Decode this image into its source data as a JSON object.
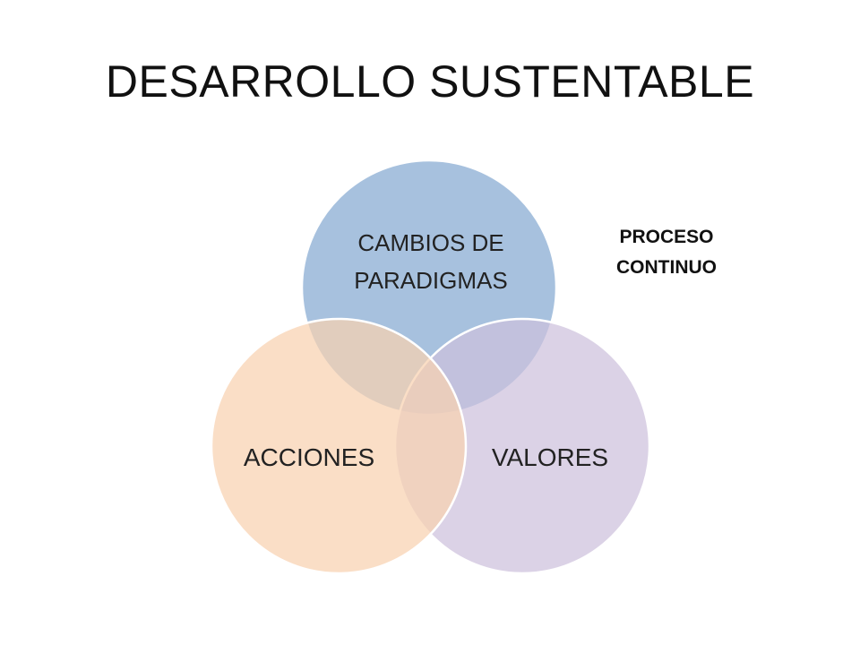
{
  "slide": {
    "title": "DESARROLLO SUSTENTABLE"
  },
  "note": {
    "line1": "PROCESO",
    "line2": "CONTINUO"
  },
  "venn": {
    "circles": [
      {
        "id": "top",
        "lines": [
          "CAMBIOS DE",
          "PARADIGMAS"
        ],
        "fill": "#94B3D7"
      },
      {
        "id": "right",
        "lines": [
          "VALORES"
        ],
        "fill": "#CDC1DD"
      },
      {
        "id": "left",
        "lines": [
          "ACCIONES"
        ],
        "fill": "#F8D1B0"
      }
    ],
    "stroke": "#ffffff",
    "text_color": "#222222"
  }
}
